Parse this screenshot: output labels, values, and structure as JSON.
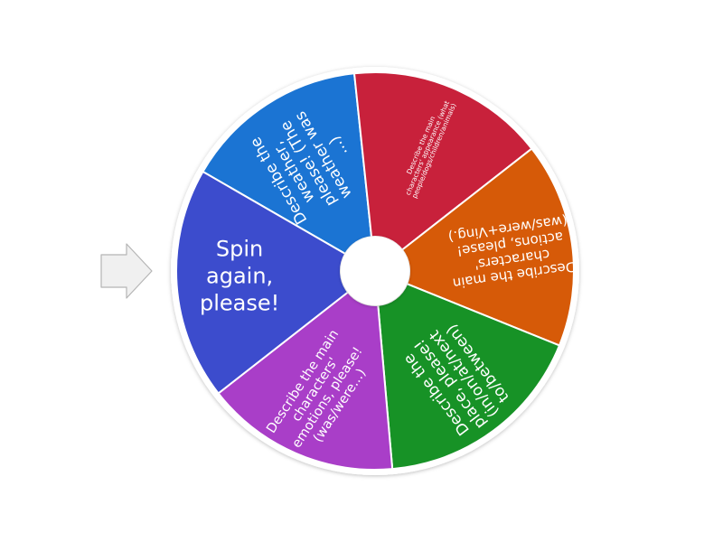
{
  "wheel": {
    "segments": [
      {
        "id": "weather",
        "label": "Describe the weather, please! (The weather was ...)",
        "color": "#1b74d3"
      },
      {
        "id": "appearance",
        "label": "Describe the main characters' appearance (what people/dogs/children/animals)",
        "color": "#c8213b"
      },
      {
        "id": "actions",
        "label": "Describe the main characters' actions, please! (was/were+Ving.)",
        "color": "#d65a08"
      },
      {
        "id": "place",
        "label": "Describe the place, please! (in/on/at/next to/between)",
        "color": "#179226"
      },
      {
        "id": "emotions",
        "label": "Describe the main characters' emotions, please! (was/were...)",
        "color": "#a93ec8"
      },
      {
        "id": "spin-again",
        "label": "Spin again, please!",
        "color": "#3c4ccd"
      }
    ],
    "rim_color": "#ffffff",
    "hub_color": "#ffffff"
  },
  "pointer": {
    "icon": "arrow-right-icon",
    "color": "#f0f0f0"
  }
}
